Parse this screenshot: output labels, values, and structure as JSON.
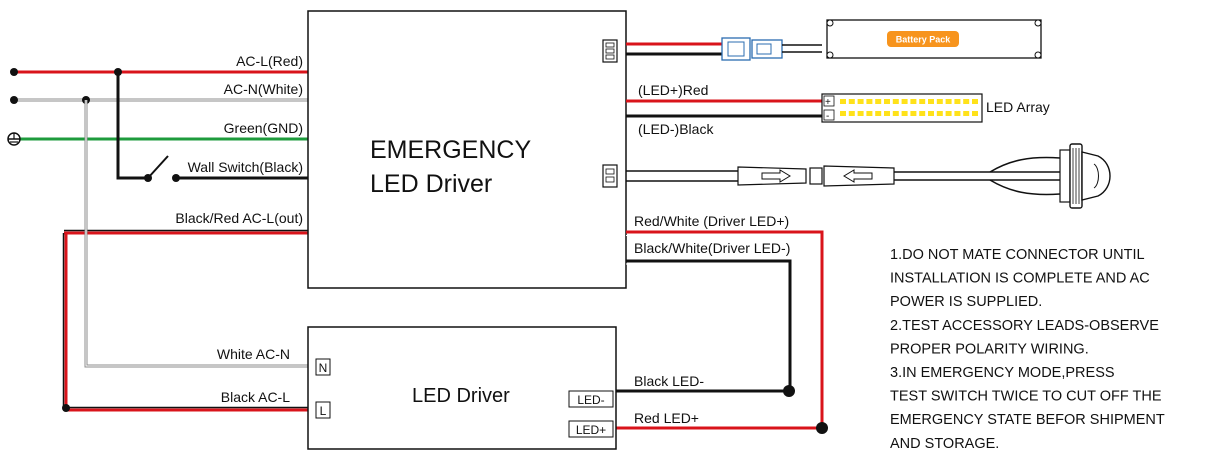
{
  "labels": {
    "ac_l": "AC-L(Red)",
    "ac_n": "AC-N(White)",
    "gnd": "Green(GND)",
    "wall_switch": "Wall Switch(Black)",
    "ac_l_out": "Black/Red AC-L(out)",
    "led_pos_red": "(LED+)Red",
    "led_neg_black": "(LED-)Black",
    "led_array": "LED Array",
    "driver_led_pos": "Red/White (Driver LED+)",
    "driver_led_neg": "Black/White(Driver LED-)",
    "white_ac_n": "White  AC-N",
    "black_ac_l": "Black  AC-L",
    "black_led_neg": "Black LED-",
    "red_led_pos": "Red LED+",
    "battery_pack": "Battery Pack",
    "array_plus": "+",
    "array_minus": "-"
  },
  "emergency_driver": {
    "line1": "EMERGENCY",
    "line2": "LED Driver"
  },
  "led_driver": {
    "title": "LED Driver",
    "pin_n": "N",
    "pin_l": "L",
    "pin_led_neg": "LED-",
    "pin_led_pos": "LED+"
  },
  "notes": [
    "1.DO NOT MATE CONNECTOR UNTIL",
    "INSTALLATION IS COMPLETE AND AC",
    "POWER IS SUPPLIED.",
    "2.TEST ACCESSORY LEADS-OBSERVE",
    "PROPER POLARITY WIRING.",
    "3.IN EMERGENCY MODE,PRESS",
    "TEST SWITCH TWICE TO CUT OFF THE",
    "EMERGENCY STATE BEFOR SHIPMENT",
    "AND STORAGE."
  ],
  "colors": {
    "red_wire": "#d9141b",
    "black_wire": "#111111",
    "gray_wire": "#8c8c8c",
    "green_wire": "#1e9b3c",
    "battery_label": "#f7941d",
    "led_cell": "#ffe21a"
  }
}
